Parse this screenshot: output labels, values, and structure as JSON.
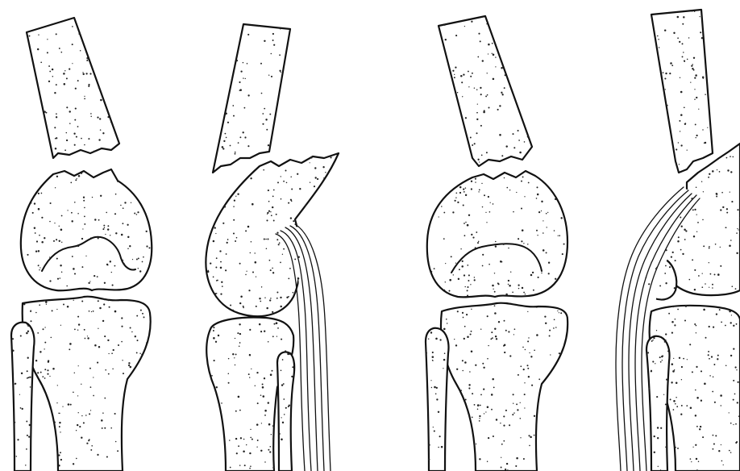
{
  "panels": [
    {
      "id": "panel-1",
      "label": ""
    },
    {
      "id": "panel-2",
      "label": ""
    },
    {
      "id": "panel-3",
      "label": ""
    },
    {
      "id": "panel-4",
      "label": ""
    }
  ],
  "colors": {
    "ink": "#111111",
    "paper": "#ffffff"
  }
}
